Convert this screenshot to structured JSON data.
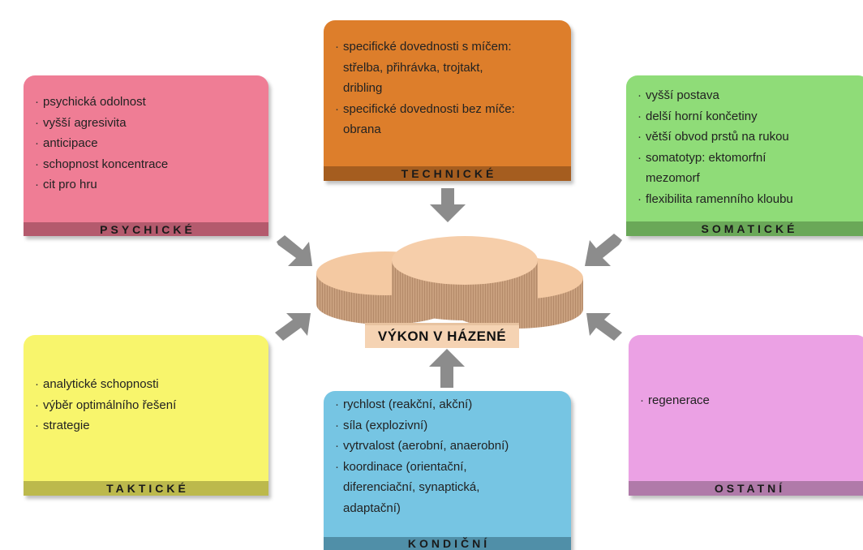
{
  "center": {
    "label": "VÝKON V HÁZENÉ"
  },
  "boxes": {
    "psychicke": {
      "title": "PSYCHICKÉ",
      "color": "#ef7d95",
      "items": [
        "psychická odolnost",
        "vyšší agresivita",
        "anticipace",
        "schopnost koncentrace",
        "cit pro hru"
      ]
    },
    "technicke": {
      "title": "TECHNICKÉ",
      "color": "#dd7e2b",
      "items": [
        "specifické dovednosti s míčem:",
        "střelba, přihrávka, trojtakt,",
        "dribling",
        "specifické dovednosti bez míče:",
        "obrana"
      ]
    },
    "somaticke": {
      "title": "SOMATICKÉ",
      "color": "#8fdc78",
      "items": [
        "vyšší postava",
        "delší horní končetiny",
        "větší obvod prstů na rukou",
        "somatotyp: ektomorfní",
        "mezomorf",
        "flexibilita ramenního kloubu"
      ]
    },
    "takticke": {
      "title": "TAKTICKÉ",
      "color": "#f8f56c",
      "items": [
        "analytické schopnosti",
        "výběr optimálního řešení",
        "strategie"
      ]
    },
    "kondicni": {
      "title": "KONDIČNÍ",
      "color": "#76c5e3",
      "items": [
        "rychlost (reakční, akční)",
        "síla (explozivní)",
        "vytrvalost (aerobní, anaerobní)",
        "koordinace (orientační,",
        "diferenciační, synaptická,",
        "adaptační)"
      ]
    },
    "ostatni": {
      "title": "OSTATNÍ",
      "color": "#eba1e4",
      "items": [
        "regenerace"
      ]
    }
  },
  "arrow_color": "#8c8c8c"
}
